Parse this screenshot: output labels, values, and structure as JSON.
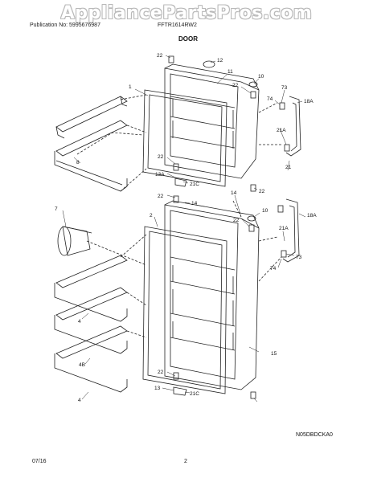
{
  "watermark": "AppliancePartsPros.com",
  "header": {
    "publication": "Publication No: 5995676987",
    "model": "FFTR1614RW2",
    "title": "DOOR"
  },
  "footer": {
    "date": "07/16",
    "page": "2",
    "code": "N05DBDCKA0"
  },
  "callouts": {
    "c22a": "22",
    "c12": "12",
    "c11": "11",
    "c1": "1",
    "c10a": "10",
    "c22b": "22",
    "c73a": "73",
    "c74a": "74",
    "c18Aa": "18A",
    "c21Aa": "21A",
    "c8": "8",
    "c22c": "22",
    "c13A": "13A",
    "c21Ca": "21C",
    "c21": "21",
    "c22d": "22",
    "c14a": "14",
    "c14b": "14",
    "c7": "7",
    "c2": "2",
    "c22e": "22",
    "c10b": "10",
    "c18Ab": "18A",
    "c21Ab": "21A",
    "c73b": "73",
    "c74b": "74",
    "c4a": "4",
    "c15": "15",
    "c4B": "4B",
    "c22f": "22",
    "c13": "13",
    "c21Cb": "21C",
    "c4b": "4",
    "c22g": "22"
  }
}
